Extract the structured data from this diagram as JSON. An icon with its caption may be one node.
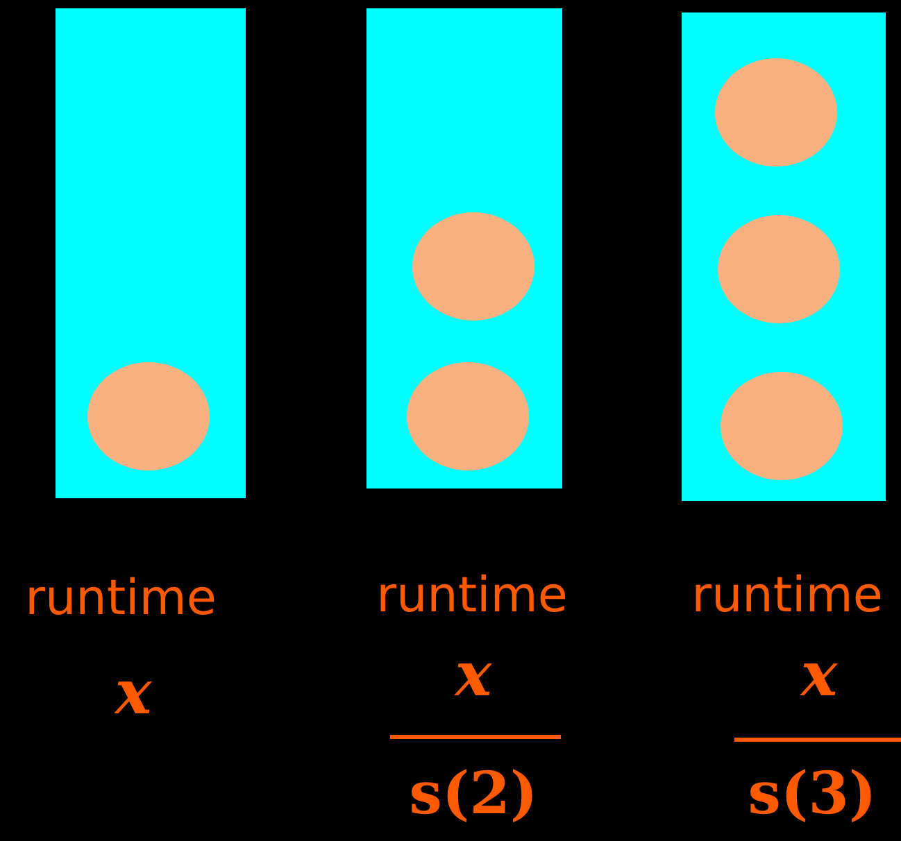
{
  "diagram": {
    "labels": [
      "runtime",
      "x",
      "runtime",
      "x",
      "s(2)",
      "runtime",
      "x",
      "s(3)"
    ]
  }
}
